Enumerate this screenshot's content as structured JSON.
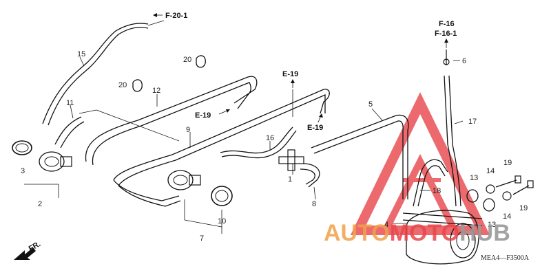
{
  "callouts": {
    "c1": "1",
    "c2": "2",
    "c3": "3",
    "c4": "4",
    "c5": "5",
    "c6": "6",
    "c7": "7",
    "c8": "8",
    "c9": "9",
    "c10": "10",
    "c11": "11",
    "c12": "12",
    "c13a": "13",
    "c13b": "13",
    "c14a": "14",
    "c14b": "14",
    "c15": "15",
    "c16": "16",
    "c17": "17",
    "c18": "18",
    "c19a": "19",
    "c19b": "19",
    "c20a": "20",
    "c20b": "20"
  },
  "refs": {
    "f20_1": "F-20-1",
    "f16": "F-16",
    "f16_1": "F-16-1",
    "e19_top": "E-19",
    "e19_mid": "E-19",
    "e19_right": "E-19"
  },
  "front_label": "FR.",
  "diagram_code": "MEA4—F3500A",
  "watermark": {
    "part1": "AUTO",
    "part2": "MOTO",
    "part3": "HUB",
    "color_orange": "#f2a14a",
    "color_red": "#e8464a",
    "color_grey": "#9a9a9a"
  }
}
